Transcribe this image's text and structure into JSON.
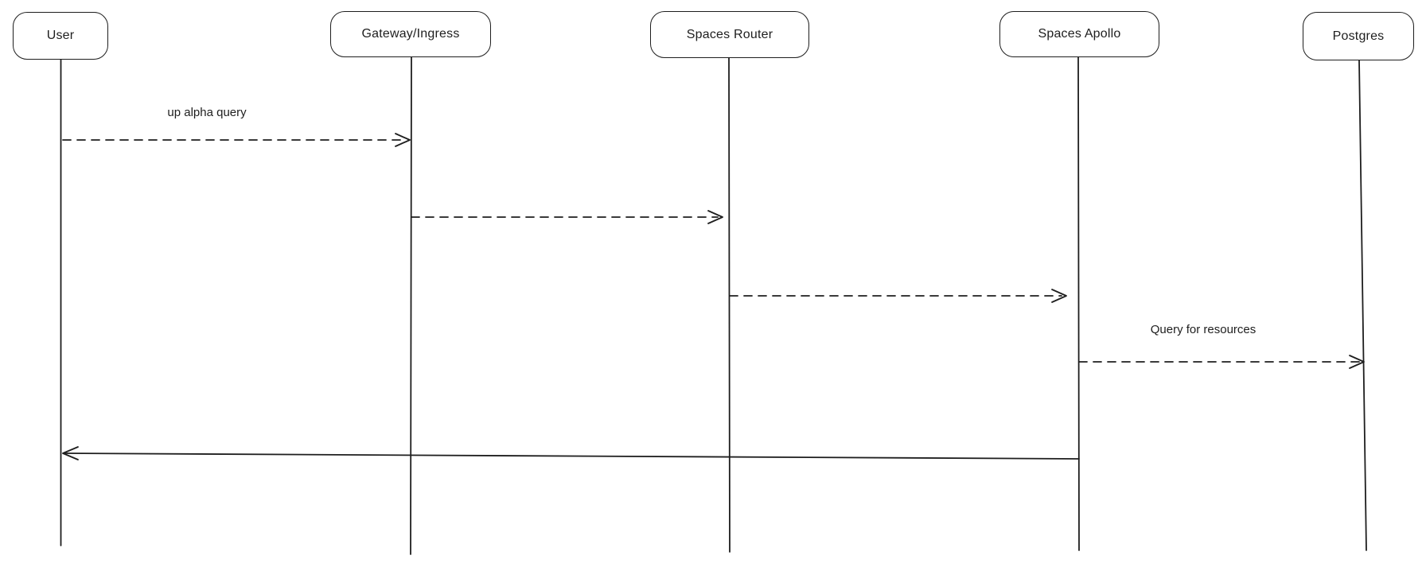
{
  "diagram": {
    "type": "sequence-diagram",
    "background_color": "#ffffff",
    "stroke_color": "#1e1e1e",
    "actors": [
      {
        "name": "User"
      },
      {
        "name": "Gateway/Ingress"
      },
      {
        "name": "Spaces Router"
      },
      {
        "name": "Spaces Apollo"
      },
      {
        "name": "Postgres"
      }
    ],
    "messages": [
      {
        "from": "User",
        "to": "Gateway/Ingress",
        "label": "up alpha query",
        "style": "dashed",
        "direction": "right"
      },
      {
        "from": "Gateway/Ingress",
        "to": "Spaces Router",
        "label": "",
        "style": "dashed",
        "direction": "right"
      },
      {
        "from": "Spaces Router",
        "to": "Spaces Apollo",
        "label": "",
        "style": "dashed",
        "direction": "right"
      },
      {
        "from": "Spaces Apollo",
        "to": "Postgres",
        "label": "Query for resources",
        "style": "dashed",
        "direction": "right"
      },
      {
        "from": "Spaces Apollo",
        "to": "User",
        "label": "",
        "style": "solid",
        "direction": "left"
      }
    ]
  }
}
